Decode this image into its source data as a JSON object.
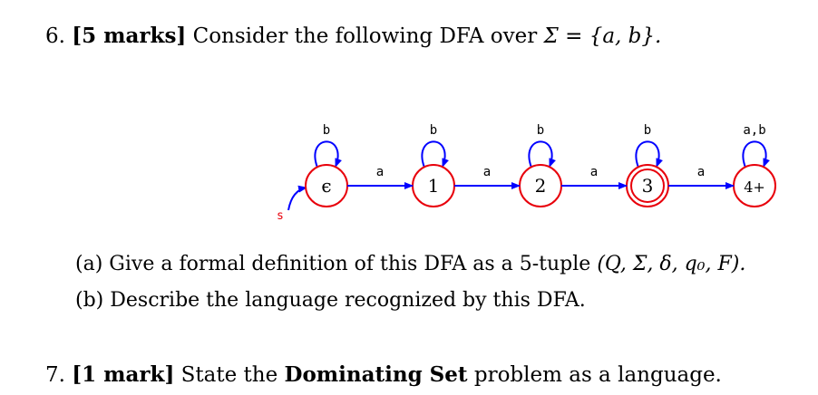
{
  "q6": {
    "number": "6.",
    "marks": "[5 marks]",
    "text": "Consider the following DFA over",
    "sigma_def": "Σ = {a, b}."
  },
  "dfa": {
    "start_label": "s",
    "states": [
      {
        "label": "ϵ",
        "accepting": false,
        "loop_label": "b"
      },
      {
        "label": "1",
        "accepting": false,
        "loop_label": "b"
      },
      {
        "label": "2",
        "accepting": false,
        "loop_label": "b"
      },
      {
        "label": "3",
        "accepting": true,
        "loop_label": "b"
      },
      {
        "label": "4+",
        "accepting": false,
        "loop_label": "a,b"
      }
    ],
    "transitions": [
      {
        "from": 0,
        "to": 1,
        "label": "a"
      },
      {
        "from": 1,
        "to": 2,
        "label": "a"
      },
      {
        "from": 2,
        "to": 3,
        "label": "a"
      },
      {
        "from": 3,
        "to": 4,
        "label": "a"
      }
    ],
    "colors": {
      "state": "#e8000b",
      "arrow": "#0000ff"
    }
  },
  "parts": {
    "a": {
      "label": "(a)",
      "text": "Give a formal definition of this DFA as a 5-tuple",
      "tuple": "(Q, Σ, δ, q₀, F)."
    },
    "b": {
      "label": "(b)",
      "text": "Describe the language recognized by this DFA."
    }
  },
  "q7": {
    "number": "7.",
    "marks": "[1 mark]",
    "text_before": "State the",
    "bold_term": "Dominating Set",
    "text_after": "problem as a language."
  }
}
